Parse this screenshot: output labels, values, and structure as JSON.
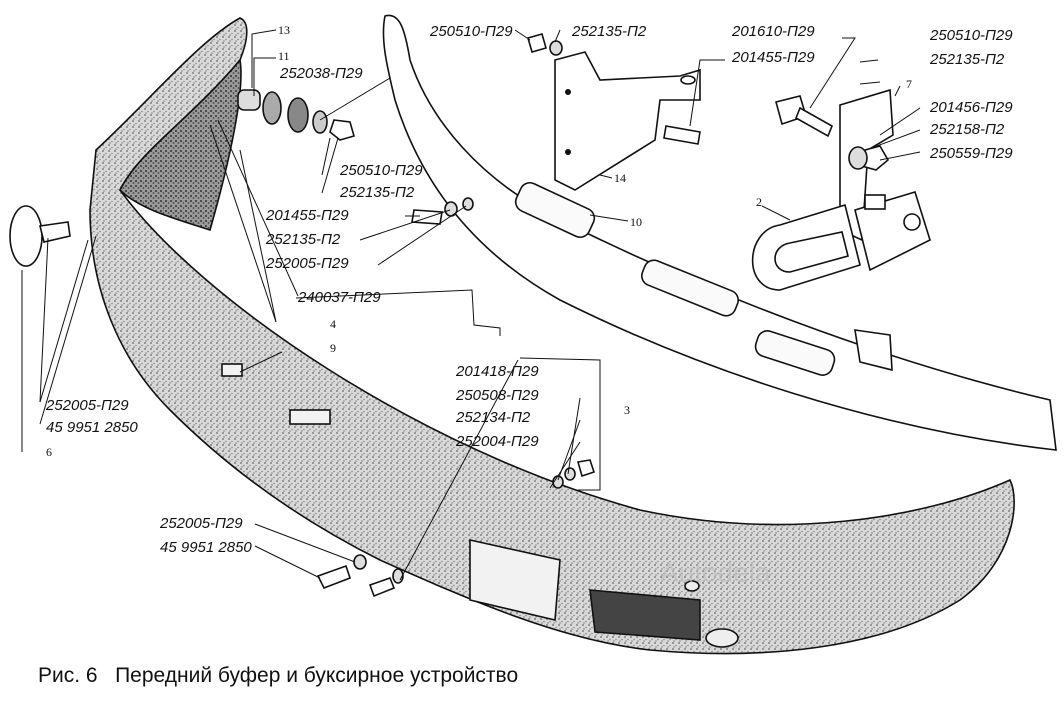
{
  "caption": "Рис. 6   Передний буфер и буксирное устройство",
  "watermark": "Autodela",
  "part_labels": [
    "250510-П29",
    "252135-П2",
    "201610-П29",
    "201455-П29",
    "250510-П29",
    "252135-П2",
    "201456-П29",
    "252158-П2",
    "250559-П29",
    "252038-П29",
    "250510-П29",
    "252135-П2",
    "201455-П29",
    "252135-П2",
    "252005-П29",
    "240037-П29",
    "201418-П29",
    "250508-П29",
    "252134-П2",
    "252004-П29",
    "252005-П29",
    "45 9951 2850",
    "252005-П29",
    "45 9951 2850"
  ],
  "callouts": [
    "13",
    "11",
    "7",
    "2",
    "14",
    "10",
    "4",
    "9",
    "3",
    "6"
  ]
}
